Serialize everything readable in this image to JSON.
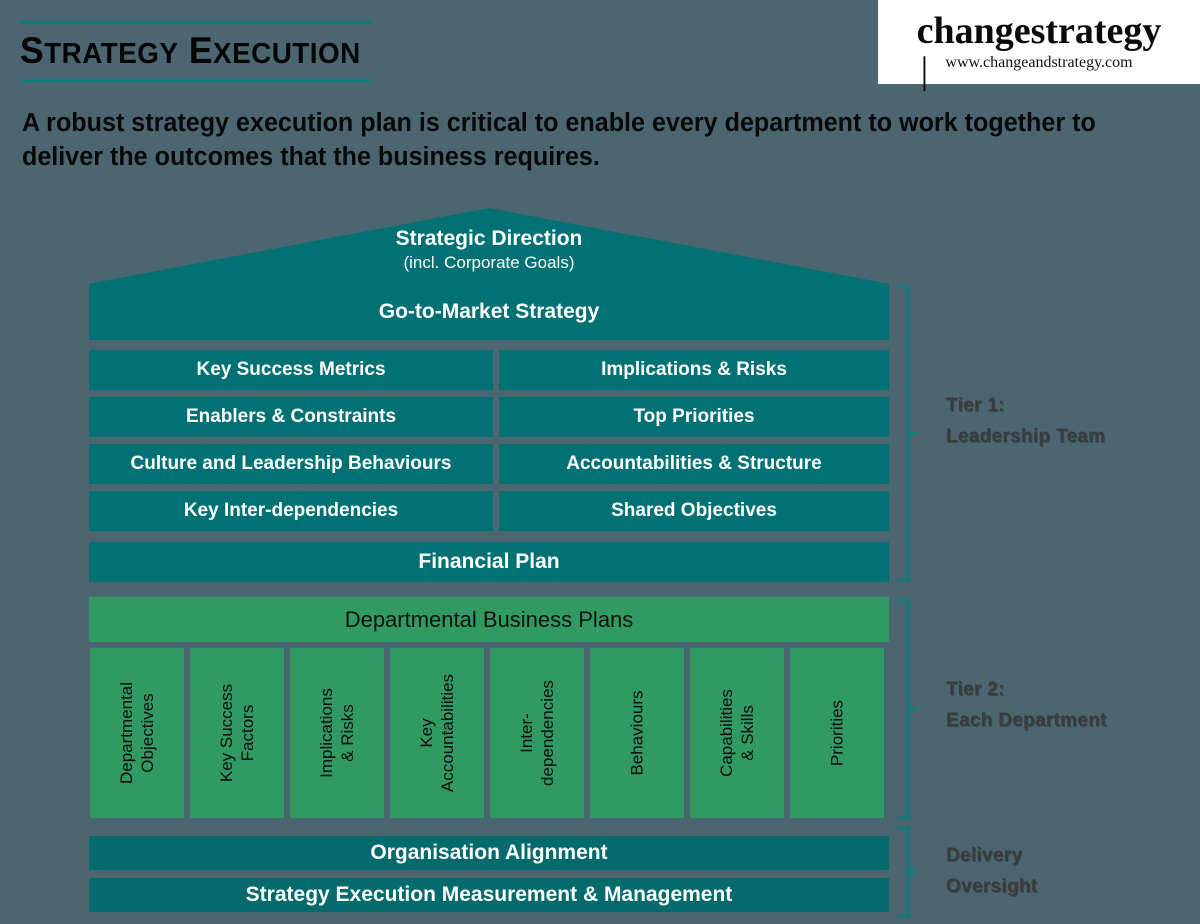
{
  "header": {
    "title": "Strategy Execution",
    "subtitle_prefix": "A robust ",
    "subtitle_bold": "strategy execution plan",
    "subtitle_suffix": " is critical to enable every department to work together to deliver the outcomes that the business requires."
  },
  "logo": {
    "word_left": "change",
    "separator": "|",
    "word_right": "strategy",
    "url": "www.changeandstrategy.com"
  },
  "diagram": {
    "roof": {
      "title": "Strategic Direction",
      "subtitle": "(incl. Corporate Goals)"
    },
    "go_to_market": "Go-to-Market Strategy",
    "tier1_grid": [
      {
        "left": "Key Success Metrics",
        "right": "Implications & Risks"
      },
      {
        "left": "Enablers & Constraints",
        "right": "Top Priorities"
      },
      {
        "left": "Culture and Leadership Behaviours",
        "right": "Accountabilities & Structure"
      },
      {
        "left": "Key Inter-dependencies",
        "right": "Shared Objectives"
      }
    ],
    "financial_plan": "Financial Plan",
    "departmental_business_plans": "Departmental Business Plans",
    "departmental_columns": [
      "Departmental\nObjectives",
      "Key Success\nFactors",
      "Implications\n& Risks",
      "Key\nAccountabilities",
      "Inter-\ndependencies",
      "Behaviours",
      "Capabilities\n& Skills",
      "Priorities"
    ],
    "foundation": [
      "Organisation Alignment",
      "Strategy Execution Measurement & Management"
    ],
    "tier_labels": [
      {
        "line1": "Tier 1:",
        "line2": "Leadership Team"
      },
      {
        "line1": "Tier 2:",
        "line2": "Each Department"
      },
      {
        "line1": "Delivery",
        "line2": "Oversight"
      }
    ]
  },
  "colors": {
    "background": "#4b6670",
    "teal": "#017173",
    "teal_dark": "#046a6c",
    "green": "#319a63",
    "accent_rule": "#0d7d78",
    "logo_background": "#ffffff",
    "tier_label_text": "#3b3b3b"
  }
}
